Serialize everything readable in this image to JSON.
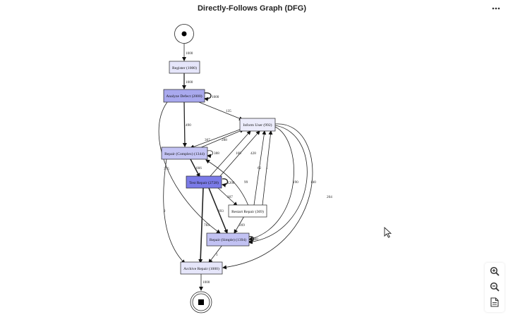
{
  "header": {
    "title": "Directly-Follows Graph (DFG)",
    "more_icon": "more-horizontal-icon"
  },
  "toolbar": {
    "zoom_in_icon": "zoom-in-icon",
    "zoom_out_icon": "zoom-out-icon",
    "export_icon": "export-file-icon"
  },
  "graph": {
    "nodes": {
      "start": "",
      "register": "Register (1000)",
      "analyze": "Analyze Defect (2000)",
      "inform": "Inform User (992)",
      "complex": "Repair (Complex) (1344)",
      "test": "Test Repair (2728)",
      "restart": "Restart Repair (369)",
      "simple": "Repair (Simple) (1394)",
      "archive": "Archive Repair (1000)",
      "end": ""
    },
    "edges": {
      "start_register": "1000",
      "register_analyze": "1000",
      "analyze_self": "1000",
      "analyze_inform": "135",
      "analyze_complex": "490",
      "inform_complex_a": "367",
      "inform_complex_b": "288",
      "complex_self": "388",
      "complex_test": "666",
      "complex_archive": "2",
      "complex_simple": "375",
      "test_self": "1200",
      "test_inform": "169",
      "test_inform_b": "428",
      "test_restart": "307",
      "test_simple": "693",
      "test_archive": "784",
      "restart_inform": "62",
      "restart_inform_b": "1",
      "restart_complex": "99",
      "restart_simple": "269",
      "inform_simple": "190",
      "inform_simple_b": "140",
      "inform_archive": "204",
      "simple_self": "660",
      "simple_archive": "1",
      "archive_end": "1000"
    }
  }
}
